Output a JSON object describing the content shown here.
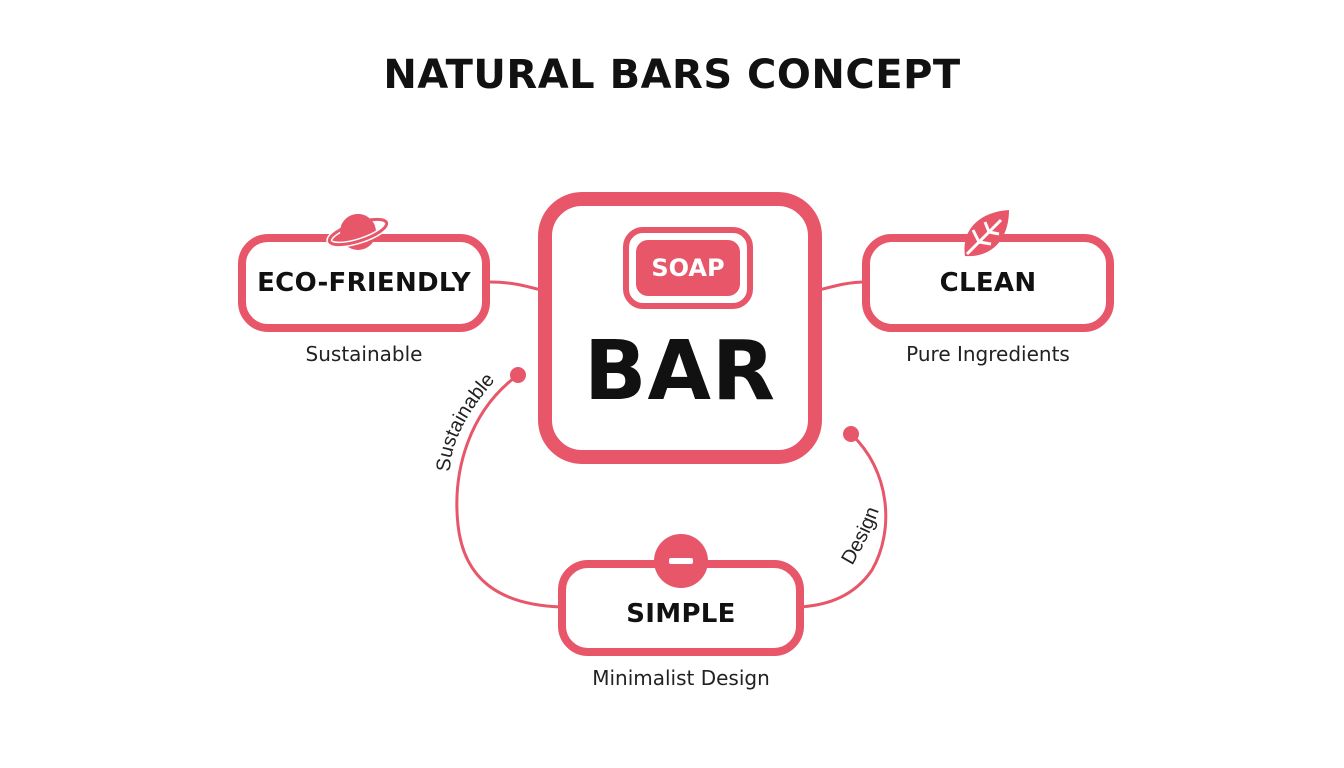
{
  "colors": {
    "accent": "#E8566A",
    "text": "#111111"
  },
  "title": "NATURAL BARS CONCEPT",
  "center": {
    "tag": "SOAP",
    "label": "BAR"
  },
  "nodes": {
    "eco": {
      "label": "ECO-FRIENDLY",
      "caption": "Sustainable",
      "icon": "planet-icon"
    },
    "clean": {
      "label": "CLEAN",
      "caption": "Pure Ingredients",
      "icon": "leaf-icon"
    },
    "simple": {
      "label": "SIMPLE",
      "caption": "Minimalist Design",
      "icon": "minus-icon"
    }
  },
  "curve_labels": {
    "left": "Sustainable",
    "right": "Design"
  }
}
